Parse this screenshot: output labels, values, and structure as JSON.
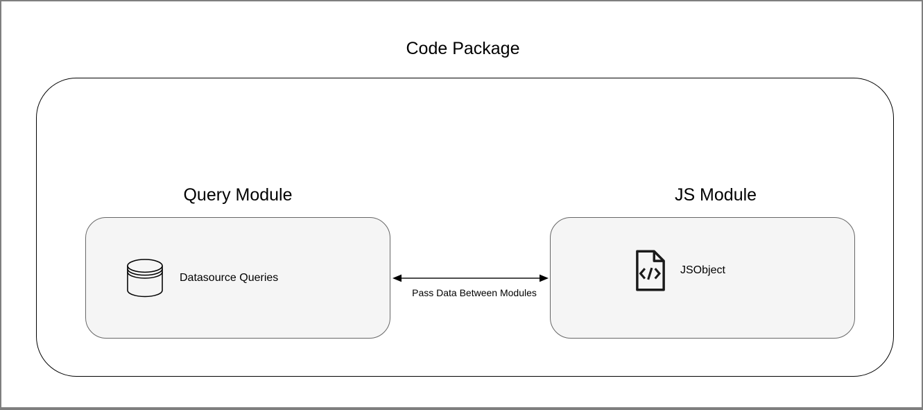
{
  "title": "Code Package",
  "package": {
    "modules": [
      {
        "id": "query-module",
        "label": "Query Module",
        "item": {
          "label": "Datasource Queries",
          "icon": "database-icon"
        }
      },
      {
        "id": "js-module",
        "label": "JS Module",
        "item": {
          "label": "JSObject",
          "icon": "code-file-icon"
        }
      }
    ],
    "connector": {
      "label": "Pass Data Between Modules",
      "type": "bidirectional-arrow"
    }
  },
  "colors": {
    "canvas_bg": "#ffffff",
    "window_border": "#7f7f7f",
    "package_border": "#000000",
    "module_fill": "#f5f5f5",
    "module_border": "#666666",
    "arrow_line": "#4d4d4d",
    "arrow_head": "#000000",
    "icon_stroke": "#000000",
    "icon_stroke_bold": "#1a1a1a",
    "text": "#000000"
  }
}
